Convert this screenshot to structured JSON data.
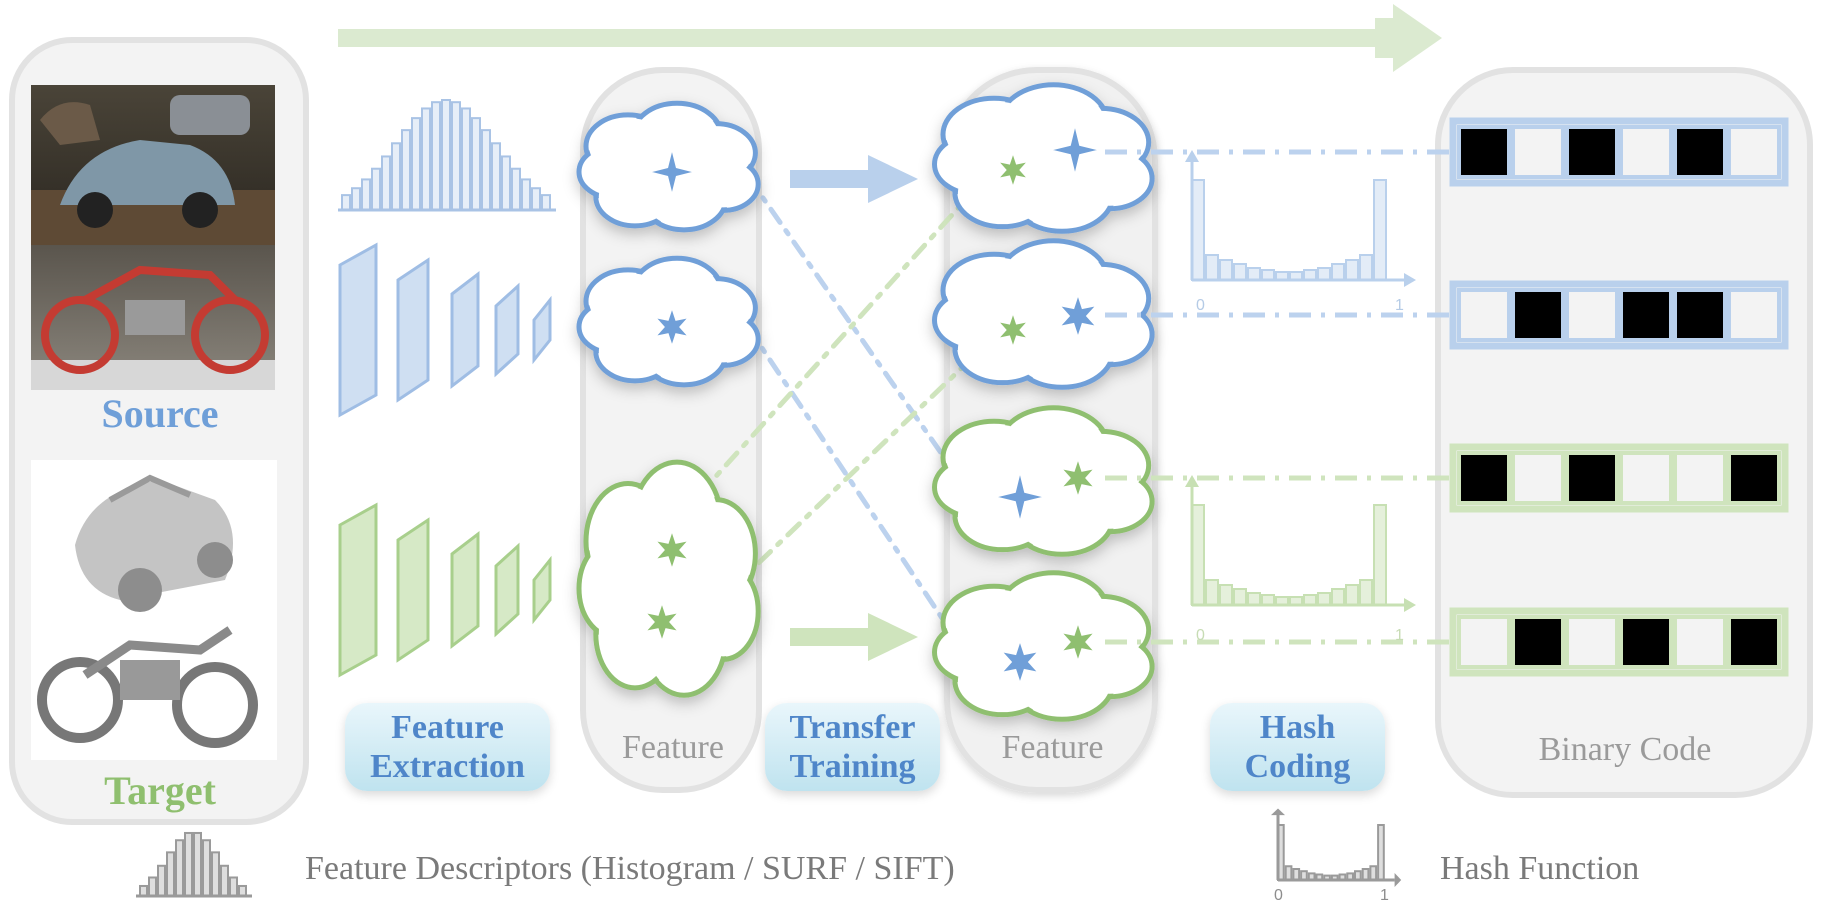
{
  "source_label": "Source",
  "target_label": "Target",
  "steps": {
    "feature_extraction": "Feature\nExtraction",
    "transfer_training": "Transfer\nTraining",
    "hash_coding": "Hash\nCoding"
  },
  "panels": {
    "feature_left": "Feature",
    "feature_right": "Feature",
    "binary_code": "Binary Code"
  },
  "hash_axis": {
    "zero": "0",
    "one": "1"
  },
  "binary_codes": [
    {
      "domain": "source",
      "bits": [
        1,
        0,
        1,
        0,
        1,
        0
      ]
    },
    {
      "domain": "source",
      "bits": [
        0,
        1,
        0,
        1,
        1,
        0
      ]
    },
    {
      "domain": "target",
      "bits": [
        1,
        0,
        1,
        0,
        0,
        1
      ]
    },
    {
      "domain": "target",
      "bits": [
        0,
        1,
        0,
        1,
        0,
        1
      ]
    }
  ],
  "legend": {
    "descriptor": "Feature Descriptors (Histogram / SURF / SIFT)",
    "hash_function": "Hash Function"
  },
  "colors": {
    "source": "#6f9fd8",
    "source_light": "#b9d0ec",
    "target": "#8fbf6f",
    "target_light": "#cfe4bd",
    "panel": "#f1f1f1",
    "panel_border": "#dedede",
    "bit_on": "#000000"
  }
}
